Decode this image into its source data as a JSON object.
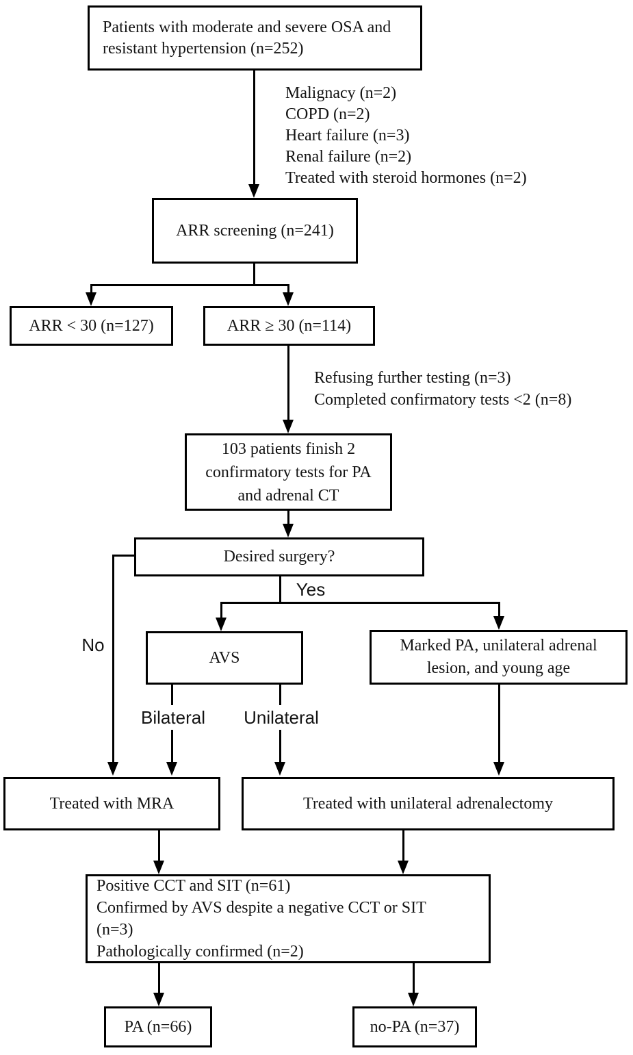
{
  "figure": {
    "background_color": "#ffffff",
    "line_color": "#000000",
    "nodes": {
      "osa": {
        "lines": [
          "Patients with moderate and severe OSA and",
          "resistant hypertension (n=252)"
        ]
      },
      "screening": {
        "text": "ARR screening (n=241)"
      },
      "arr_lt30": {
        "text": "ARR < 30 (n=127)"
      },
      "arr_ge30": {
        "text": "ARR ≥ 30 (n=114)"
      },
      "finish103": {
        "lines": [
          "103 patients finish 2",
          "confirmatory tests for PA",
          "and adrenal CT"
        ]
      },
      "desired": {
        "text": "Desired surgery?"
      },
      "avs": {
        "text": "AVS"
      },
      "marked": {
        "lines": [
          "Marked PA, unilateral adrenal",
          "lesion, and young age"
        ]
      },
      "mra": {
        "text": "Treated with MRA"
      },
      "adrenalectomy": {
        "text": "Treated with unilateral adrenalectomy"
      },
      "confirmed": {
        "lines": [
          "Positive CCT and SIT (n=61)",
          "Confirmed by AVS despite a negative CCT or SIT",
          "(n=3)",
          "Pathologically confirmed (n=2)"
        ]
      },
      "pa": {
        "text": "PA (n=66)"
      },
      "no_pa": {
        "text": "no-PA (n=37)"
      }
    },
    "annotations": {
      "exclusions": {
        "lines": [
          "Malignacy (n=2)",
          "COPD (n=2)",
          "Heart failure (n=3)",
          "Renal failure (n=2)",
          "Treated with steroid hormones (n=2)"
        ]
      },
      "refusals": {
        "lines": [
          "Refusing further testing (n=3)",
          "Completed confirmatory tests <2 (n=8)"
        ]
      }
    },
    "edge_labels": {
      "yes": "Yes",
      "no": "No",
      "bilateral": "Bilateral",
      "unilateral": "Unilateral"
    }
  }
}
